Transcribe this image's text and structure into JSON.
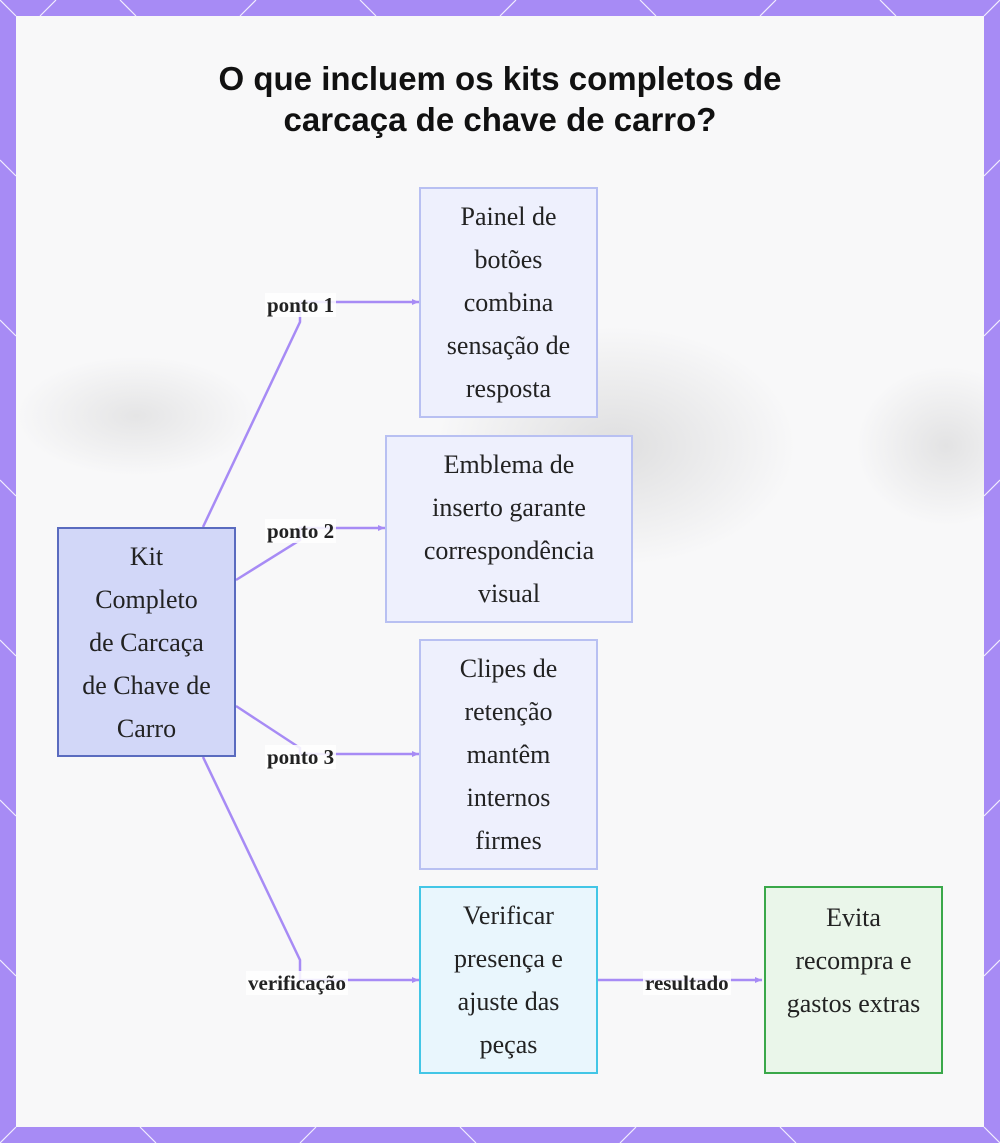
{
  "title": {
    "line1": "O que incluem os kits completos de",
    "line2": "carcaça de chave de carro?"
  },
  "colors": {
    "border": "#a78bf5",
    "edge": "#a78bf5",
    "root_fill": "#d2d7f8",
    "root_stroke": "#5a6bbf",
    "leaf_fill": "#eef0fd",
    "leaf_stroke": "#b8c0f2",
    "check_fill": "#e9f6fd",
    "check_stroke": "#43c6e6",
    "result_fill": "#eaf6ea",
    "result_stroke": "#3aa84a"
  },
  "nodes": {
    "root": {
      "lines": [
        "Kit",
        "Completo",
        "de Carcaça",
        "de Chave de",
        "Carro"
      ]
    },
    "buttons": {
      "lines": [
        "Painel de",
        "botões",
        "combina",
        "sensação de",
        "resposta"
      ]
    },
    "emblem": {
      "lines": [
        "Emblema de",
        "inserto garante",
        "correspondência",
        "visual"
      ]
    },
    "clips": {
      "lines": [
        "Clipes de",
        "retenção",
        "mantêm",
        "internos",
        "firmes"
      ]
    },
    "check": {
      "lines": [
        "Verificar",
        "presença e",
        "ajuste das",
        "peças"
      ]
    },
    "result": {
      "lines": [
        "Evita",
        "recompra e",
        "gastos extras"
      ]
    }
  },
  "edges": {
    "point1": "ponto 1",
    "point2": "ponto 2",
    "point3": "ponto 3",
    "verification": "verificação",
    "result": "resultado"
  }
}
